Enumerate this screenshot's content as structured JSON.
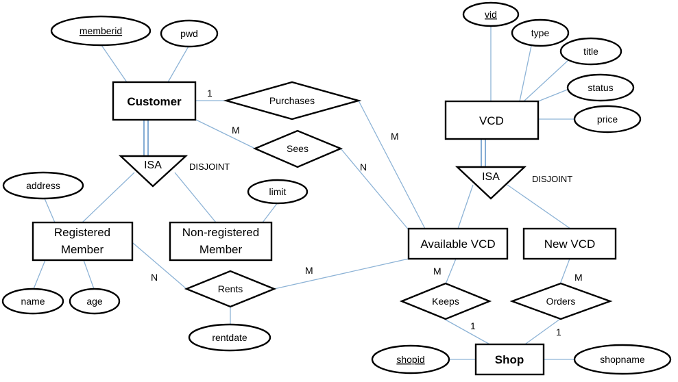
{
  "entities": {
    "customer": "Customer",
    "vcd": "VCD",
    "registered_member": [
      "Registered",
      "Member"
    ],
    "non_registered_member": [
      "Non-registered",
      "Member"
    ],
    "available_vcd": "Available VCD",
    "new_vcd": "New VCD",
    "shop": "Shop"
  },
  "attributes": {
    "memberid": "memberid",
    "pwd": "pwd",
    "vid": "vid",
    "type": "type",
    "title": "title",
    "status": "status",
    "price": "price",
    "address": "address",
    "limit": "limit",
    "name": "name",
    "age": "age",
    "rentdate": "rentdate",
    "shopid": "shopid",
    "shopname": "shopname"
  },
  "relationships": {
    "purchases": "Purchases",
    "sees": "Sees",
    "rents": "Rents",
    "keeps": "Keeps",
    "orders": "Orders"
  },
  "isa": {
    "customer_isa": "ISA",
    "customer_constraint": "DISJOINT",
    "vcd_isa": "ISA",
    "vcd_constraint": "DISJOINT"
  },
  "cardinalities": {
    "customer_purchases": "1",
    "purchases_available": "M",
    "customer_sees": "M",
    "sees_available": "N",
    "registered_rents": "N",
    "rents_available": "M",
    "available_keeps": "M",
    "keeps_shop": "1",
    "newvcd_orders": "M",
    "orders_shop": "1"
  }
}
